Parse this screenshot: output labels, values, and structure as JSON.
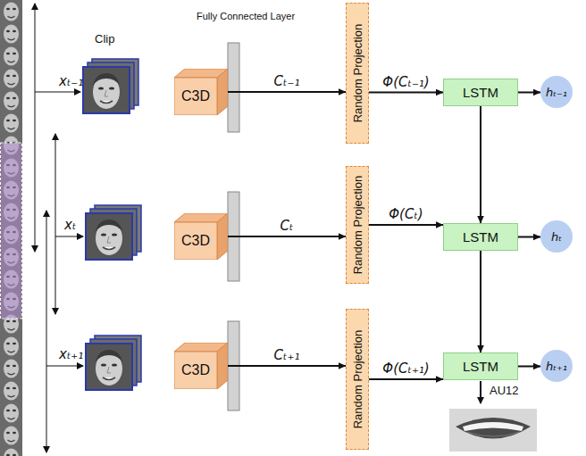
{
  "diagram": {
    "nodes": [
      {
        "text": [
          "C3D"
        ]
      },
      {
        "text": [
          "Random Projection"
        ]
      },
      {
        "text": [
          "LSTM"
        ]
      },
      {
        "text": [
          "hₜ₋₁"
        ]
      },
      {
        "text": [
          "C3D"
        ]
      },
      {
        "text": [
          "Random Projection"
        ]
      },
      {
        "text": [
          "LSTM"
        ]
      },
      {
        "text": [
          "hₜ"
        ]
      },
      {
        "text": [
          "C3D"
        ]
      },
      {
        "text": [
          "Random Projection"
        ]
      },
      {
        "text": [
          "LSTM"
        ]
      },
      {
        "text": [
          "hₜ₊₁"
        ]
      }
    ],
    "edges": [
      {
        "from": 0,
        "to": 1,
        "arrow": "to",
        "label": "Cₜ₋₁"
      },
      {
        "from": 1,
        "to": 2,
        "arrow": "to",
        "label": "Φ(Cₜ₋₁)"
      },
      {
        "from": 2,
        "to": 3,
        "arrow": "to"
      },
      {
        "from": 4,
        "to": 5,
        "arrow": "to",
        "label": "Cₜ"
      },
      {
        "from": 5,
        "to": 6,
        "arrow": "to",
        "label": "Φ(Cₜ)"
      },
      {
        "from": 6,
        "to": 7,
        "arrow": "to"
      },
      {
        "from": 8,
        "to": 9,
        "arrow": "to",
        "label": "Cₜ₊₁"
      },
      {
        "from": 9,
        "to": 10,
        "arrow": "to",
        "label": "Φ(Cₜ₊₁)"
      },
      {
        "from": 10,
        "to": 11,
        "arrow": "to"
      },
      {
        "from": 2,
        "to": 6,
        "arrow": "to"
      },
      {
        "from": 6,
        "to": 10,
        "arrow": "to"
      }
    ],
    "labels": [
      "Clip",
      "Fully Connected Layer",
      "xₜ₋₁",
      "xₜ",
      "xₜ₊₁",
      "AU12"
    ]
  }
}
